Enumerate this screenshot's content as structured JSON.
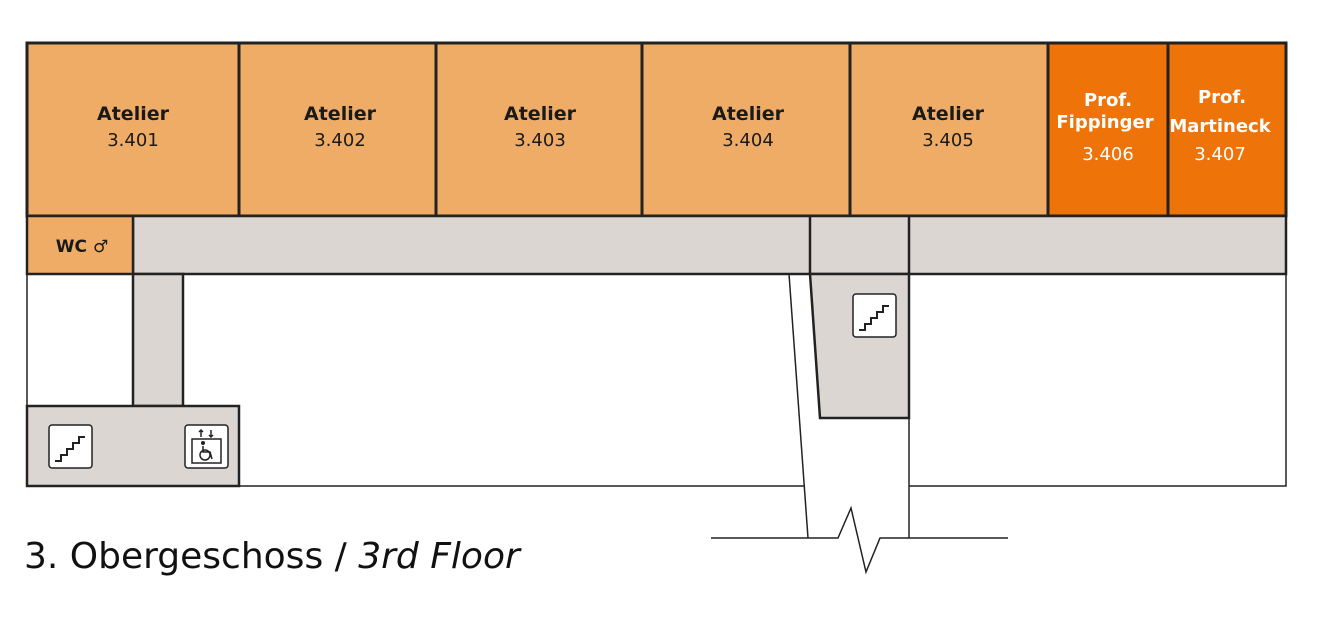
{
  "colors": {
    "atelier": "#efac66",
    "professor": "#ee7308",
    "corridor": "#dcd6d3",
    "wall": "#222222",
    "background": "#ffffff"
  },
  "rooms": [
    {
      "name": "Atelier",
      "number": "3.401",
      "kind": "atelier"
    },
    {
      "name": "Atelier",
      "number": "3.402",
      "kind": "atelier"
    },
    {
      "name": "Atelier",
      "number": "3.403",
      "kind": "atelier"
    },
    {
      "name": "Atelier",
      "number": "3.404",
      "kind": "atelier"
    },
    {
      "name": "Atelier",
      "number": "3.405",
      "kind": "atelier"
    },
    {
      "title": "Prof.",
      "name": "Fippinger",
      "number": "3.406",
      "kind": "professor"
    },
    {
      "title": "Prof.",
      "name": "Martineck",
      "number": "3.407",
      "kind": "professor"
    }
  ],
  "wc": {
    "label": "WC ♂",
    "icon": "male-symbol-icon"
  },
  "icons": {
    "stairs": "stairs-icon",
    "elevator": "wheelchair-elevator-icon"
  },
  "floor_title": {
    "de": "3. Obergeschoss / ",
    "en": "3rd Floor"
  }
}
